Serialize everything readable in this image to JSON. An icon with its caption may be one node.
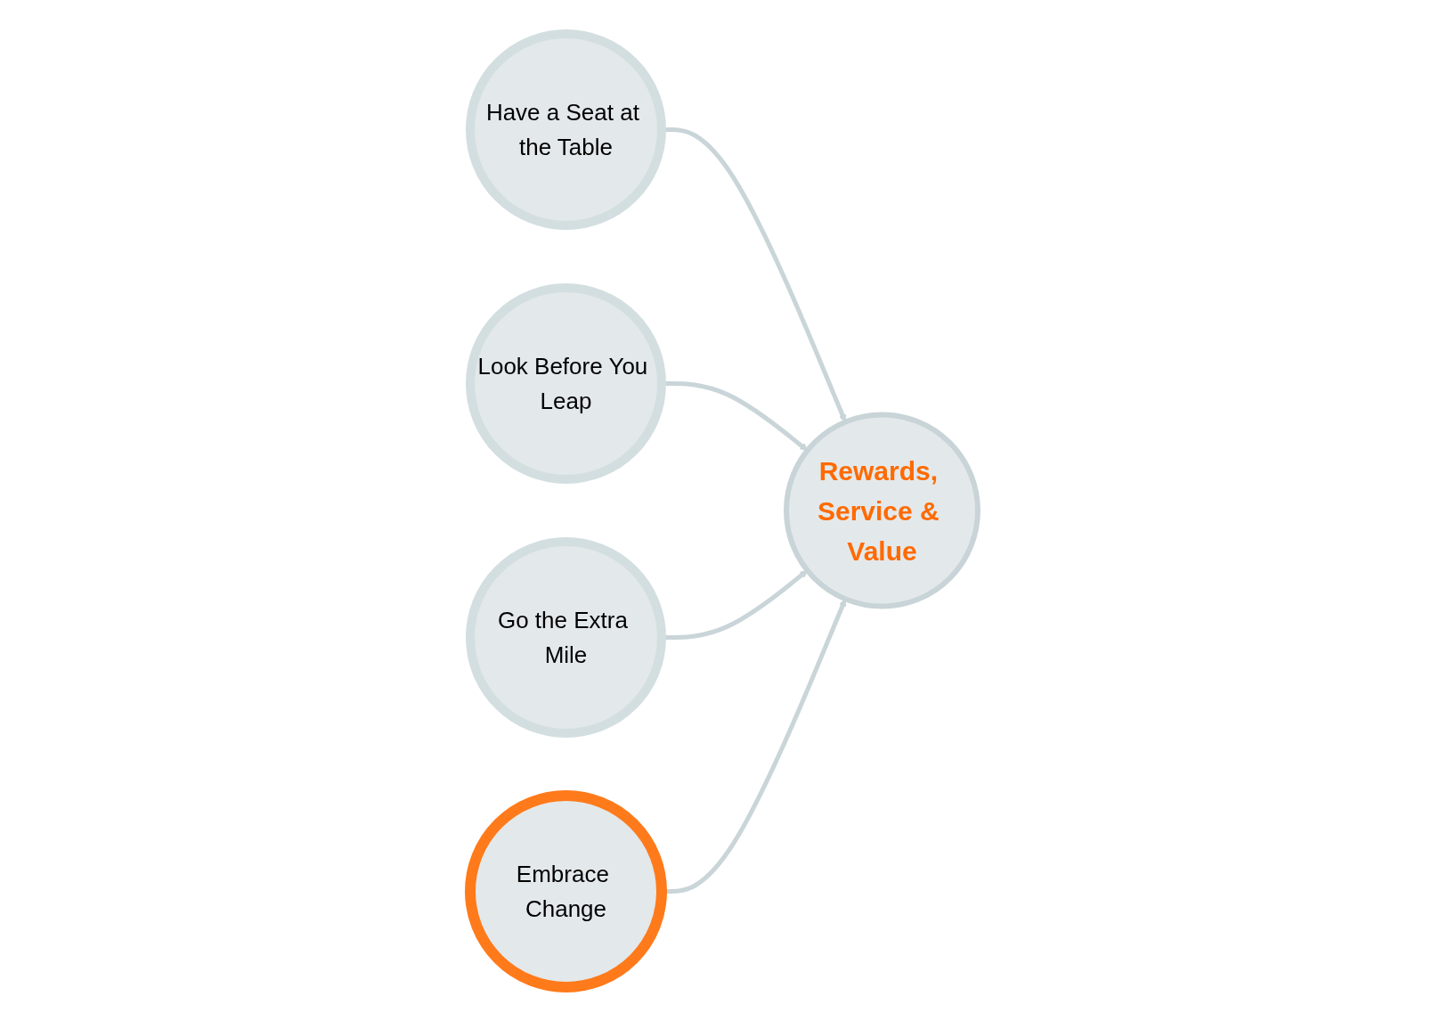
{
  "diagram": {
    "nodes": [
      {
        "text": [
          "Rewards, Service & Value"
        ]
      },
      {
        "text": [
          "Have a Seat at the Table"
        ]
      },
      {
        "text": [
          "Look Before You Leap"
        ]
      },
      {
        "text": [
          "Go the Extra Mile"
        ]
      },
      {
        "text": [
          "Embrace Change"
        ]
      }
    ],
    "edges": [
      {
        "from": 1,
        "to": 0,
        "arrow": "to"
      },
      {
        "from": 2,
        "to": 0,
        "arrow": "to"
      },
      {
        "from": 3,
        "to": 0,
        "arrow": "to"
      },
      {
        "from": 4,
        "to": 0,
        "arrow": "to"
      }
    ]
  }
}
